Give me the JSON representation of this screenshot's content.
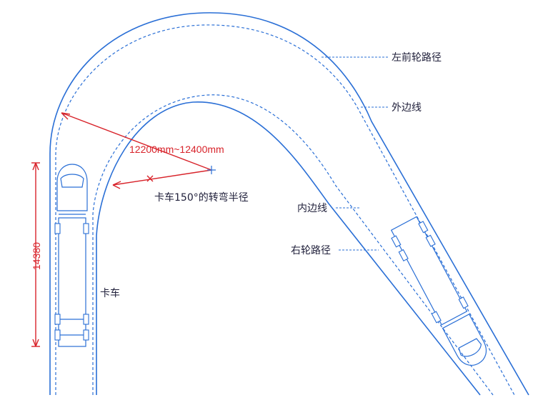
{
  "labels": {
    "left_front_wheel_path": "左前轮路径",
    "outer_edge": "外边线",
    "inner_edge": "内边线",
    "right_wheel_path": "右轮路径",
    "truck": "卡车",
    "turn_radius_caption": "卡车150°的转弯半径",
    "radius_range": "12200mm~12400mm",
    "length_dimension": "14380"
  },
  "colors": {
    "road_lines": "#2a6fd6",
    "dimension": "#d8232a",
    "text": "#1f1f3a"
  }
}
